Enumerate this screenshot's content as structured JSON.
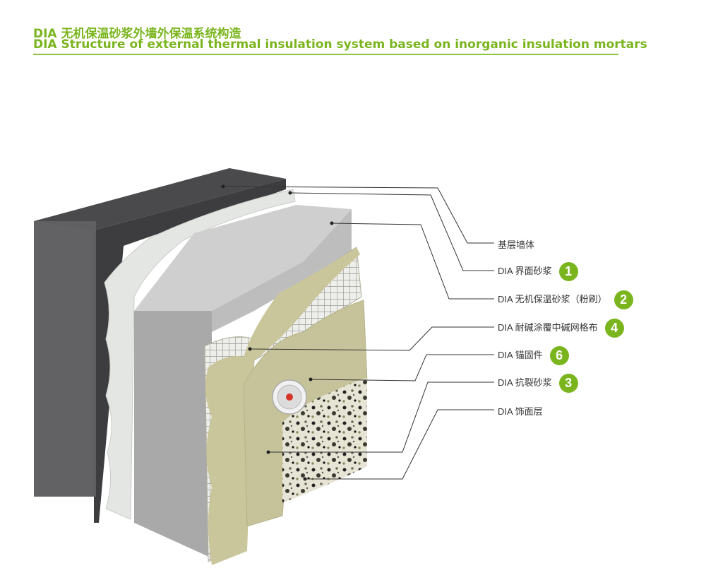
{
  "title": {
    "cn": "DIA 无机保温砂浆外墙外保温系统构造",
    "en": "DIA Structure of external thermal insulation system based on inorganic insulation mortars"
  },
  "layers": [
    {
      "label": "基层墙体",
      "badge": ""
    },
    {
      "label": "DIA 界面砂浆",
      "badge": "1"
    },
    {
      "label": "DIA 无机保温砂浆（粉刷）",
      "badge": "2"
    },
    {
      "label": "DIA 耐碱涂覆中碱网格布",
      "badge": "4"
    },
    {
      "label": "DIA 锚固件",
      "badge": "6"
    },
    {
      "label": "DIA 抗裂砂浆",
      "badge": "3"
    },
    {
      "label": "DIA 饰面层",
      "badge": ""
    }
  ],
  "colors": {
    "accent": "#7ab51d",
    "base_wall": "#5d5d5f",
    "interface": "#e2e5e1",
    "insulation": "#b9b9b9",
    "crack_mortar": "#c8c59a",
    "finish": "#8f8a5a"
  }
}
